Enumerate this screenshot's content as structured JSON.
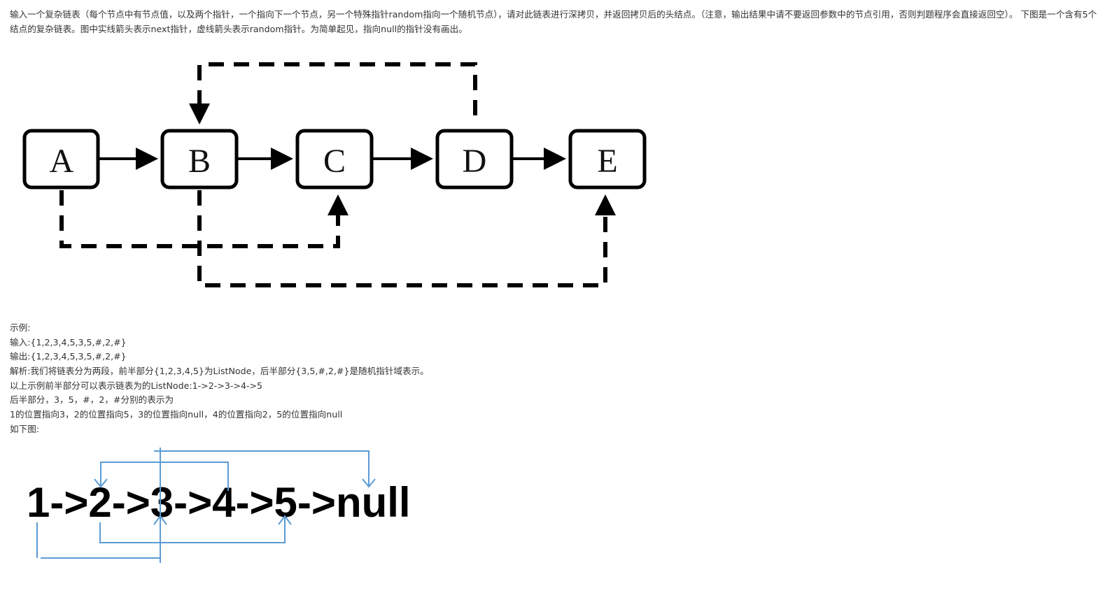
{
  "description": "输入一个复杂链表（每个节点中有节点值，以及两个指针，一个指向下一个节点，另一个特殊指针random指向一个随机节点），请对此链表进行深拷贝，并返回拷贝后的头结点。（注意，输出结果中请不要返回参数中的节点引用，否则判题程序会直接返回空）。 下图是一个含有5个结点的复杂链表。图中实线箭头表示next指针，虚线箭头表示random指针。为简单起见，指向null的指针没有画出。",
  "diagram1": {
    "nodes": [
      "A",
      "B",
      "C",
      "D",
      "E"
    ]
  },
  "example": {
    "lines": [
      "示例:",
      "输入:{1,2,3,4,5,3,5,#,2,#}",
      "输出:{1,2,3,4,5,3,5,#,2,#}",
      "解析:我们将链表分为两段，前半部分{1,2,3,4,5}为ListNode，后半部分{3,5,#,2,#}是随机指针域表示。",
      "以上示例前半部分可以表示链表为的ListNode:1->2->3->4->5",
      "后半部分，3，5，#，2，#分别的表示为",
      "1的位置指向3，2的位置指向5，3的位置指向null，4的位置指向2，5的位置指向null",
      "如下图:"
    ]
  },
  "diagram2": {
    "text": "1->2->3->4->5->null"
  }
}
